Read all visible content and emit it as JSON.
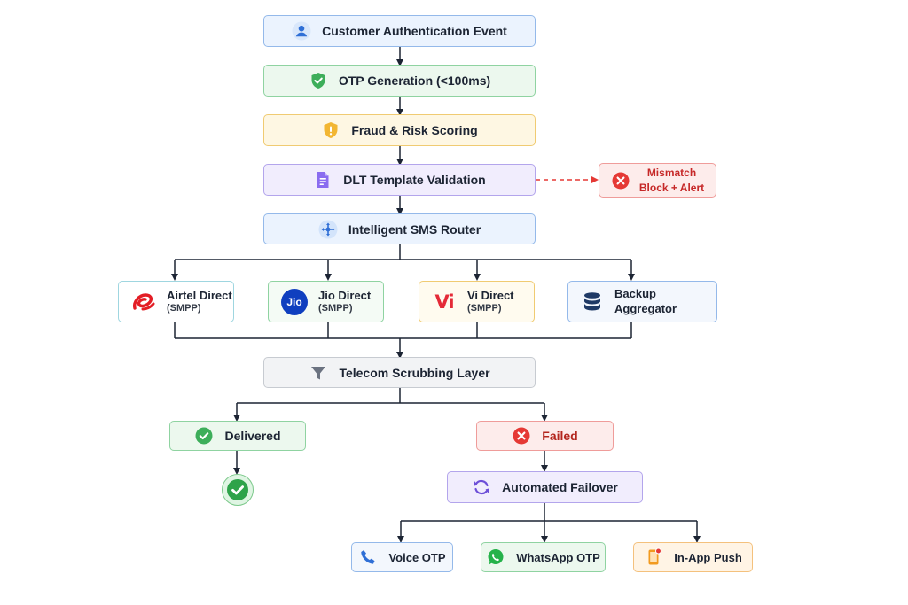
{
  "nodes": {
    "auth": {
      "label": "Customer Authentication Event",
      "icon": "user-icon"
    },
    "otp_gen": {
      "label": "OTP Generation (<100ms)",
      "icon": "shield-check-icon"
    },
    "fraud": {
      "label": "Fraud & Risk Scoring",
      "icon": "shield-alert-icon"
    },
    "dlt": {
      "label": "DLT Template Validation",
      "icon": "document-icon"
    },
    "mismatch": {
      "line1": "Mismatch",
      "line2": "Block + Alert",
      "icon": "error-x-icon"
    },
    "router": {
      "label": "Intelligent SMS Router",
      "icon": "router-network-icon"
    },
    "carriers": [
      {
        "name": "Airtel Direct",
        "sub": "(SMPP)",
        "icon": "airtel-logo-icon"
      },
      {
        "name": "Jio Direct",
        "sub": "(SMPP)",
        "icon": "jio-logo-icon",
        "logo_text": "Jio"
      },
      {
        "name": "Vi Direct",
        "sub": "(SMPP)",
        "icon": "vi-logo-icon",
        "logo_text": "Vi"
      },
      {
        "name": "Backup Aggregator",
        "sub": "",
        "icon": "database-icon"
      }
    ],
    "scrubbing": {
      "label": "Telecom Scrubbing Layer",
      "icon": "funnel-icon"
    },
    "delivered": {
      "label": "Delivered",
      "icon": "check-circle-icon"
    },
    "failed": {
      "label": "Failed",
      "icon": "error-x-icon"
    },
    "failover": {
      "label": "Automated Failover",
      "icon": "refresh-icon"
    },
    "channels": [
      {
        "label": "Voice OTP",
        "icon": "phone-icon"
      },
      {
        "label": "WhatsApp OTP",
        "icon": "whatsapp-icon"
      },
      {
        "label": "In-App Push",
        "icon": "mobile-notification-icon"
      }
    ]
  },
  "colors": {
    "blue": "#2f6fd6",
    "green": "#2ea34a",
    "yellow": "#f0a81c",
    "purple": "#7a5ae0",
    "red": "#d63a36",
    "gray": "#6b7280",
    "connector": "#1c2433",
    "alert_dash": "#e53935"
  }
}
